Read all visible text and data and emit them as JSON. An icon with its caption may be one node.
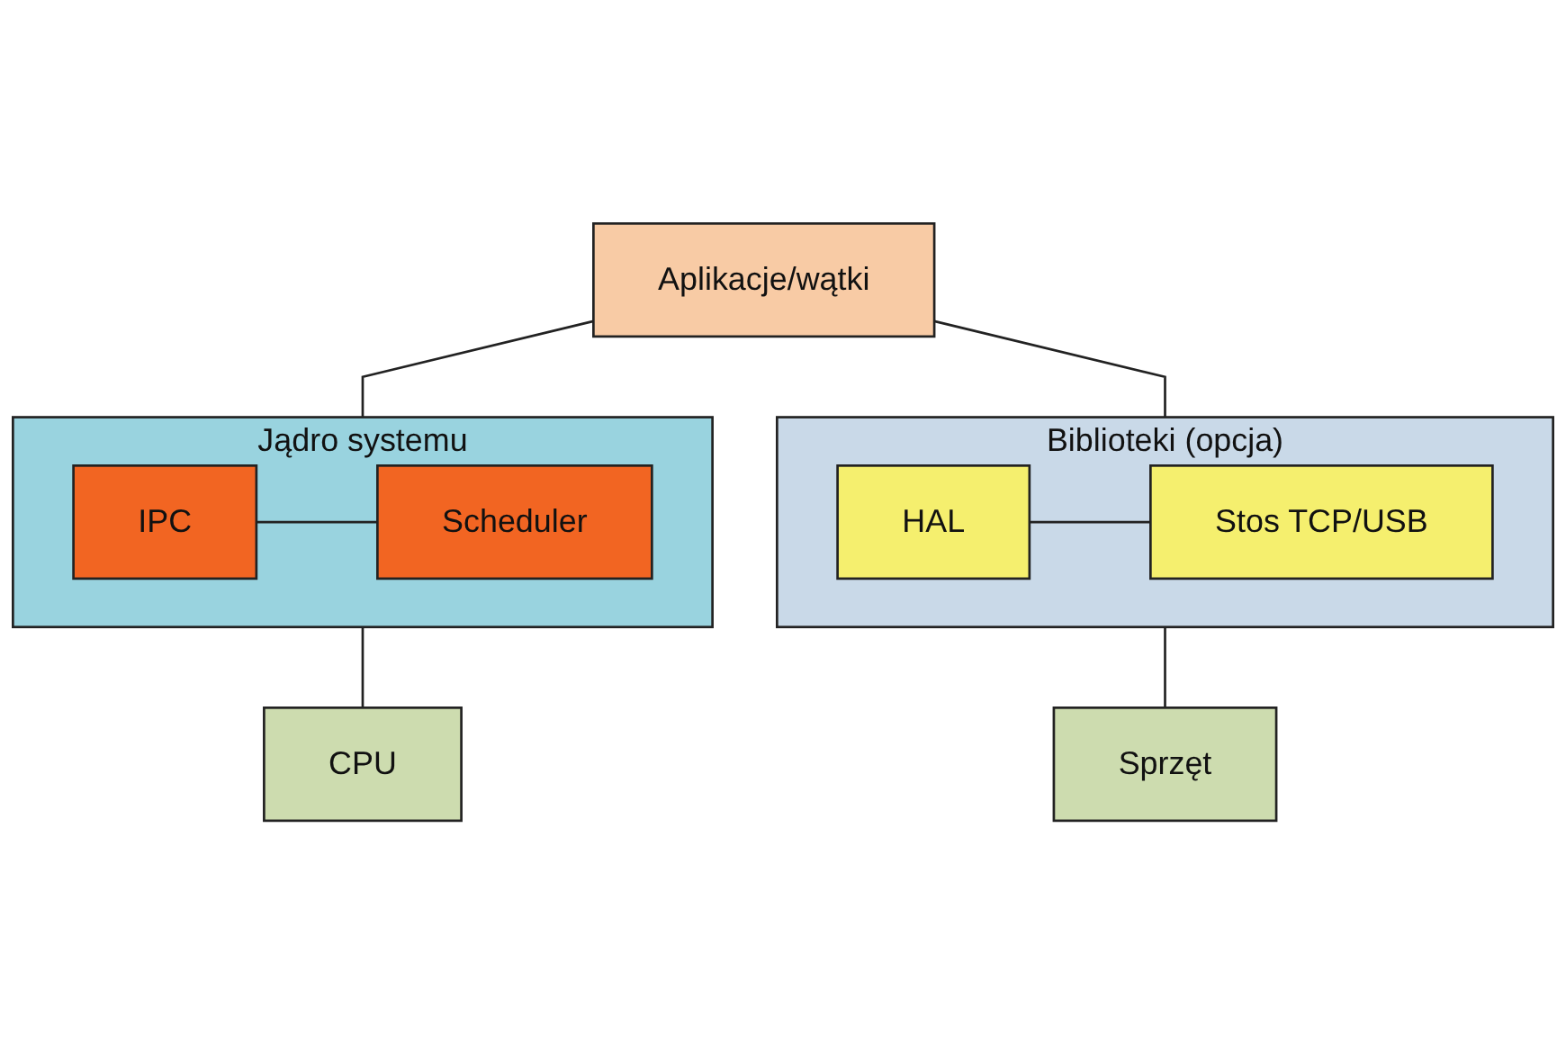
{
  "diagram": {
    "nodes": [
      {
        "text": [
          "Aplikacje/wątki"
        ]
      },
      {
        "text": [
          "Jądro systemu"
        ]
      },
      {
        "text": [
          "IPC"
        ],
        "in": 1
      },
      {
        "text": [
          "Scheduler"
        ],
        "in": 1
      },
      {
        "text": [
          "Biblioteki (opcja)"
        ]
      },
      {
        "text": [
          "HAL"
        ],
        "in": 4
      },
      {
        "text": [
          "Stos TCP/USB"
        ],
        "in": 4
      },
      {
        "text": [
          "CPU"
        ]
      },
      {
        "text": [
          "Sprzęt"
        ]
      }
    ],
    "edges": [
      {
        "from": 0,
        "to": 1,
        "arrow": "none"
      },
      {
        "from": 0,
        "to": 4,
        "arrow": "none"
      },
      {
        "from": 2,
        "to": 3,
        "arrow": "none"
      },
      {
        "from": 5,
        "to": 6,
        "arrow": "none"
      },
      {
        "from": 1,
        "to": 7,
        "arrow": "none"
      },
      {
        "from": 4,
        "to": 8,
        "arrow": "none"
      }
    ]
  }
}
